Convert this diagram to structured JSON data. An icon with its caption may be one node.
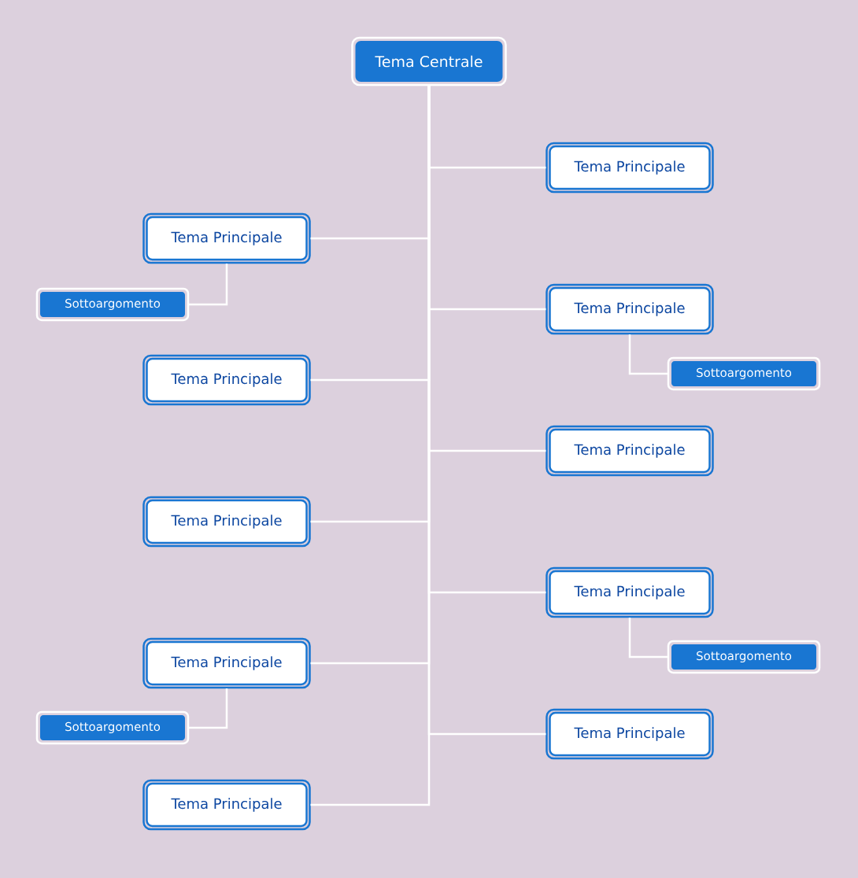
{
  "diagram": {
    "nodes": [
      {
        "text": [
          "Tema Centrale"
        ]
      },
      {
        "text": [
          "Tema Principale"
        ]
      },
      {
        "text": [
          "Tema Principale"
        ]
      },
      {
        "text": [
          "Sottoargomento"
        ]
      },
      {
        "text": [
          "Tema Principale"
        ]
      },
      {
        "text": [
          "Sottoargomento"
        ]
      },
      {
        "text": [
          "Tema Principale"
        ]
      },
      {
        "text": [
          "Tema Principale"
        ]
      },
      {
        "text": [
          "Tema Principale"
        ]
      },
      {
        "text": [
          "Tema Principale"
        ]
      },
      {
        "text": [
          "Sottoargomento"
        ]
      },
      {
        "text": [
          "Tema Principale"
        ]
      },
      {
        "text": [
          "Sottoargomento"
        ]
      },
      {
        "text": [
          "Tema Principale"
        ]
      },
      {
        "text": [
          "Tema Principale"
        ]
      }
    ],
    "edges": [
      {
        "from": 0,
        "to": 1,
        "arrow": "none"
      },
      {
        "from": 0,
        "to": 2,
        "arrow": "none"
      },
      {
        "from": 2,
        "to": 3,
        "arrow": "none"
      },
      {
        "from": 0,
        "to": 4,
        "arrow": "none"
      },
      {
        "from": 4,
        "to": 5,
        "arrow": "none"
      },
      {
        "from": 0,
        "to": 6,
        "arrow": "none"
      },
      {
        "from": 0,
        "to": 7,
        "arrow": "none"
      },
      {
        "from": 0,
        "to": 8,
        "arrow": "none"
      },
      {
        "from": 0,
        "to": 9,
        "arrow": "none"
      },
      {
        "from": 9,
        "to": 10,
        "arrow": "none"
      },
      {
        "from": 0,
        "to": 11,
        "arrow": "none"
      },
      {
        "from": 11,
        "to": 12,
        "arrow": "none"
      },
      {
        "from": 0,
        "to": 13,
        "arrow": "none"
      },
      {
        "from": 0,
        "to": 14,
        "arrow": "none"
      }
    ]
  }
}
